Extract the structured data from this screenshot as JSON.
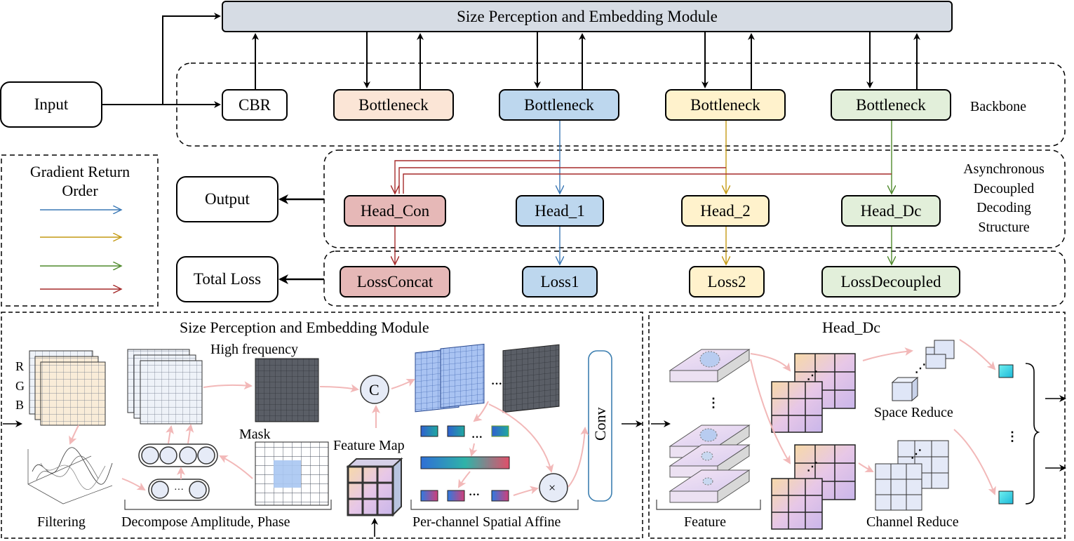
{
  "top_module": {
    "label": "Size Perception and Embedding Module"
  },
  "input": {
    "label": "Input"
  },
  "backbone": {
    "label": "Backbone",
    "cbr": "CBR",
    "bottlenecks": [
      "Bottleneck",
      "Bottleneck",
      "Bottleneck",
      "Bottleneck"
    ]
  },
  "legend": {
    "title_line1": "Gradient Return",
    "title_line2": "Order"
  },
  "outputs": {
    "output": "Output",
    "total_loss": "Total Loss"
  },
  "decoding": {
    "label_lines": [
      "Asynchronous",
      "Decoupled",
      "Decoding",
      "Structure"
    ],
    "heads": [
      "Head_Con",
      "Head_1",
      "Head_2",
      "Head_Dc"
    ],
    "losses": [
      "LossConcat",
      "Loss1",
      "Loss2",
      "LossDecoupled"
    ]
  },
  "spem_panel": {
    "title": "Size Perception and Embedding Module",
    "rgb": [
      "R",
      "G",
      "B"
    ],
    "high_frequency": "High frequency",
    "mask": "Mask",
    "concat_symbol": "C",
    "feature_map": "Feature Map",
    "conv": "Conv",
    "multiply_symbol": "×",
    "filtering": "Filtering",
    "decompose": "Decompose Amplitude, Phase",
    "affine": "Per-channel Spatial Affine"
  },
  "headdc_panel": {
    "title": "Head_Dc",
    "feature": "Feature",
    "space_reduce": "Space Reduce",
    "channel_reduce": "Channel Reduce"
  },
  "colors": {
    "blue": "#3a78b5",
    "yellow": "#c49a14",
    "green": "#4f8a2c",
    "red": "#a52a2a",
    "bottleneck_fills": [
      "#fbe5d6",
      "#bdd7ee",
      "#fff2cc",
      "#e2efda"
    ],
    "head_fills": [
      "#e6b8b7",
      "#bdd7ee",
      "#fff2cc",
      "#e2efda"
    ],
    "module_fill": "#d6dce4"
  }
}
